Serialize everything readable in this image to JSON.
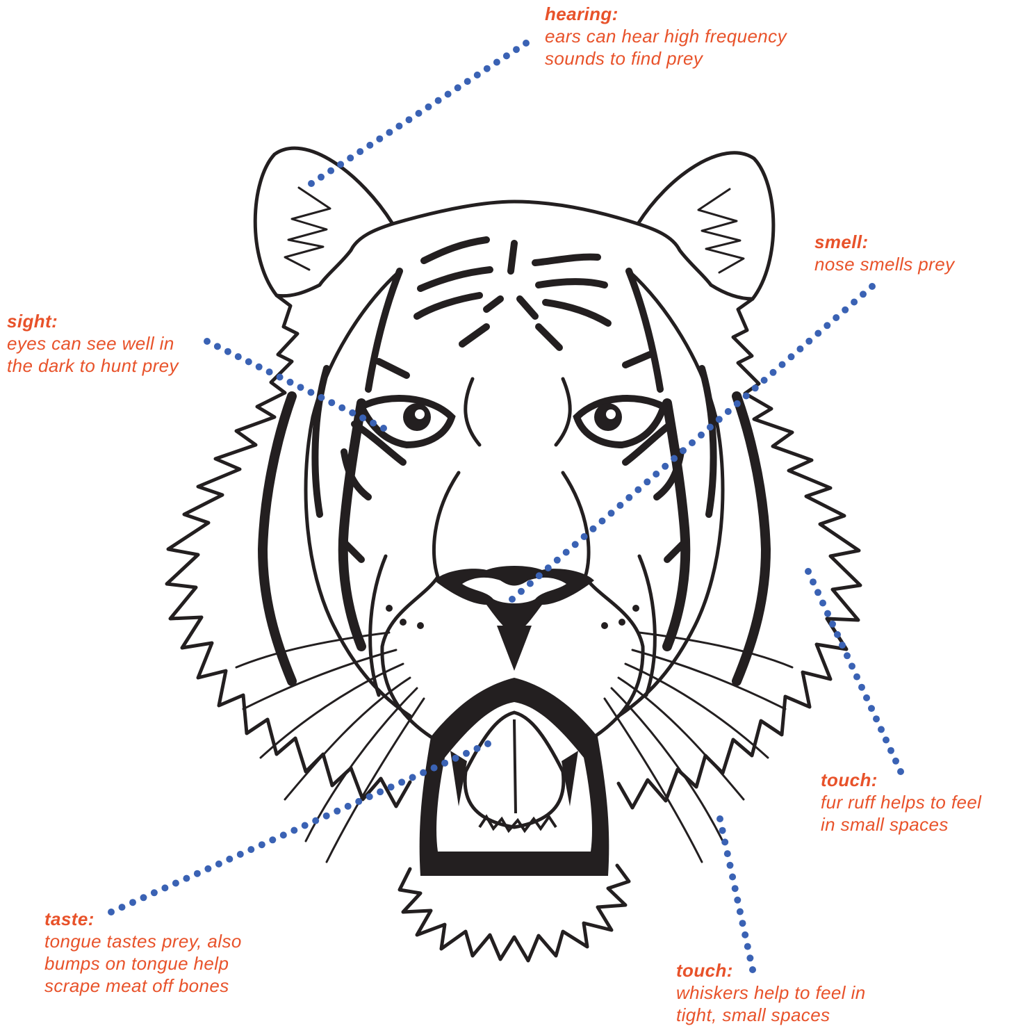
{
  "colors": {
    "label_text": "#e8522a",
    "leader_dots": "#3a62b4",
    "tiger_ink": "#231f20",
    "background": "#ffffff"
  },
  "illustration": {
    "subject": "tiger-head",
    "style": "black line art"
  },
  "annotations": [
    {
      "id": "hearing",
      "title": "hearing:",
      "lines": [
        "ears can hear high frequency",
        "sounds to find prey"
      ]
    },
    {
      "id": "smell",
      "title": "smell:",
      "lines": [
        "nose smells prey"
      ]
    },
    {
      "id": "sight",
      "title": "sight:",
      "lines": [
        "eyes can see well in",
        "the dark to hunt prey"
      ]
    },
    {
      "id": "touch-fur",
      "title": "touch:",
      "lines": [
        "fur ruff helps to feel",
        "in small spaces"
      ]
    },
    {
      "id": "taste",
      "title": "taste:",
      "lines": [
        "tongue tastes prey, also",
        "bumps on tongue help",
        "scrape meat off bones"
      ]
    },
    {
      "id": "touch-whiskers",
      "title": "touch:",
      "lines": [
        "whiskers help to feel in",
        "tight, small spaces"
      ]
    }
  ]
}
